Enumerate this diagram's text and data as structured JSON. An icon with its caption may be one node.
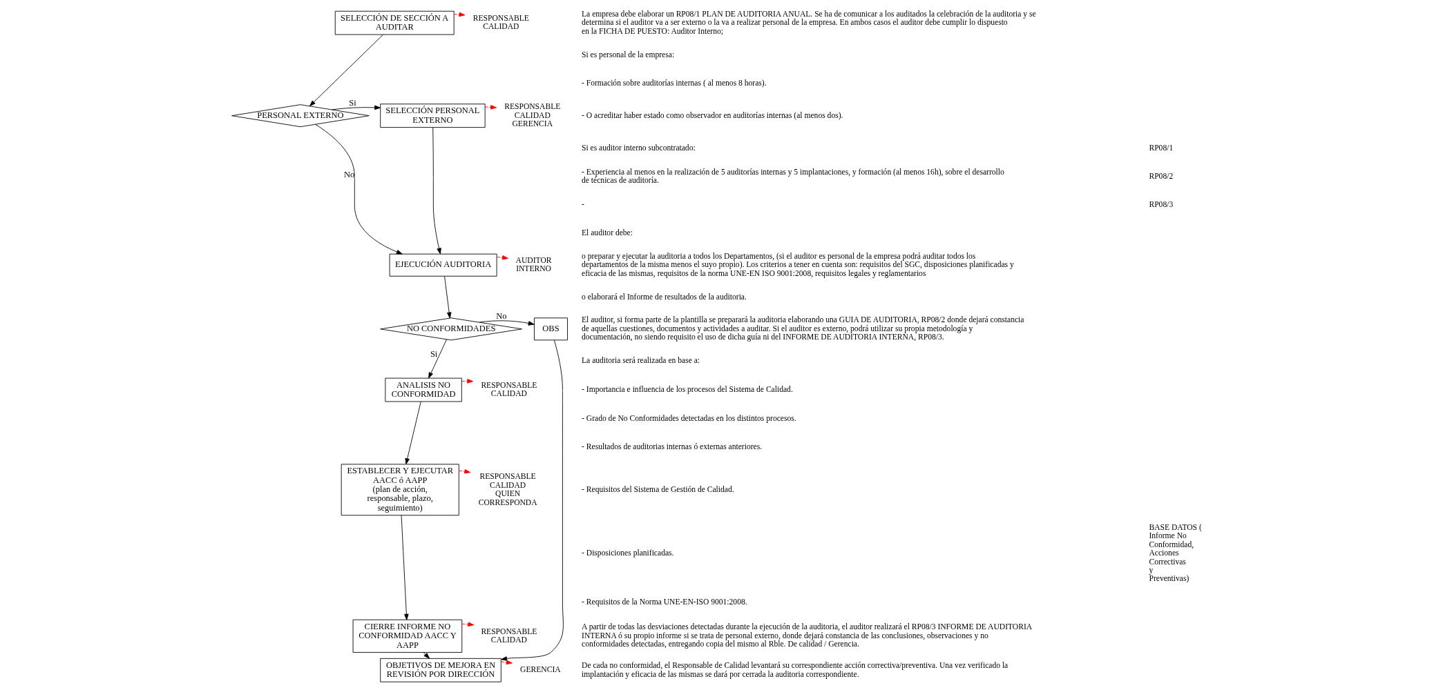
{
  "diagram": {
    "nodes": [
      {
        "text": [
          "SELECCIÓN DE SECCIÓN A AUDITAR"
        ]
      },
      {
        "text": [
          "PERSONAL EXTERNO"
        ]
      },
      {
        "text": [
          "SELECCIÓN PERSONAL EXTERNO"
        ]
      },
      {
        "text": [
          "EJECUCIÓN AUDITORIA"
        ]
      },
      {
        "text": [
          "NO CONFORMIDADES"
        ]
      },
      {
        "text": [
          "OBS"
        ]
      },
      {
        "text": [
          "ANALISIS NO CONFORMIDAD"
        ]
      },
      {
        "text": [
          "ESTABLECER Y EJECUTAR AACC ó AAPP",
          "(plan de acción, responsable, plazo, seguimiento)"
        ]
      },
      {
        "text": [
          "CIERRE INFORME NO CONFORMIDAD AACC Y AAPP"
        ]
      },
      {
        "text": [
          "OBJETIVOS DE MEJORA EN REVISIÓN POR DIRECCIÓN"
        ]
      },
      {
        "text": [
          "RESPONSABLE CALIDAD"
        ]
      },
      {
        "text": [
          "RESPONSABLE CALIDAD GERENCIA"
        ]
      },
      {
        "text": [
          "AUDITOR INTERNO"
        ]
      },
      {
        "text": [
          "RESPONSABLE CALIDAD"
        ]
      },
      {
        "text": [
          "RESPONSABLE CALIDAD QUIEN CORRESPONDA"
        ]
      },
      {
        "text": [
          "RESPONSABLE CALIDAD"
        ]
      },
      {
        "text": [
          "GERENCIA"
        ]
      }
    ],
    "edges": [
      {
        "from": 0,
        "to": 1,
        "arrow": "to"
      },
      {
        "from": 1,
        "to": 2,
        "arrow": "to",
        "label": "Si"
      },
      {
        "from": 1,
        "to": 3,
        "arrow": "to",
        "label": "No"
      },
      {
        "from": 2,
        "to": 3,
        "arrow": "to"
      },
      {
        "from": 3,
        "to": 4,
        "arrow": "to"
      },
      {
        "from": 4,
        "to": 5,
        "arrow": "to",
        "label": "No"
      },
      {
        "from": 4,
        "to": 6,
        "arrow": "to",
        "label": "Si"
      },
      {
        "from": 6,
        "to": 7,
        "arrow": "to"
      },
      {
        "from": 7,
        "to": 8,
        "arrow": "to"
      },
      {
        "from": 8,
        "to": 9,
        "arrow": "to"
      },
      {
        "from": 5,
        "to": 9,
        "arrow": "to"
      },
      {
        "from": 0,
        "to": 10,
        "arrow": "to",
        "style": "dashed",
        "color": "#ff0000"
      },
      {
        "from": 2,
        "to": 11,
        "arrow": "to",
        "style": "dashed",
        "color": "#ff0000"
      },
      {
        "from": 3,
        "to": 12,
        "arrow": "to",
        "style": "dashed",
        "color": "#ff0000"
      },
      {
        "from": 6,
        "to": 13,
        "arrow": "to",
        "style": "dashed",
        "color": "#ff0000"
      },
      {
        "from": 7,
        "to": 14,
        "arrow": "to",
        "style": "dashed",
        "color": "#ff0000"
      },
      {
        "from": 8,
        "to": 15,
        "arrow": "to",
        "style": "dashed",
        "color": "#ff0000"
      },
      {
        "from": 9,
        "to": 16,
        "arrow": "to",
        "style": "dashed",
        "color": "#ff0000"
      }
    ],
    "labels": [
      "La empresa debe elaborar un RP08/1 PLAN DE AUDITORIA ANUAL. Se ha de comunicar a los auditados la celebración de la auditoria y se determina si el auditor va a ser externo o la va a realizar personal de la empresa. En ambos casos el auditor debe cumplir lo dispuesto en la FICHA DE PUESTO: Auditor Interno;",
      "Si es personal de la empresa:",
      "- Formación sobre auditorías internas ( al menos 8 horas).",
      "- O acreditar haber estado como observador en auditorías internas (al menos dos).",
      "Si es auditor interno subcontratado:",
      "- Experiencia al menos en la realización de 5 auditorías internas y 5 implantaciones, y formación (al menos 16h), sobre el desarrollo de técnicas de auditoría.",
      "-",
      "El auditor debe:",
      "o preparar y ejecutar la auditoria a todos los Departamentos, (si el auditor es personal de la empresa podrá auditar todos los departamentos de la misma menos el suyo propio). Los criterios a tener en cuenta son: requisitos del SGC, disposiciones planificadas y eficacia de las mismas, requisitos de la norma UNE-EN ISO 9001:2008, requisitos legales y reglamentarios",
      "o elaborará el Informe de resultados de la auditoria.",
      "El auditor, si forma parte de la plantilla se preparará la auditoria elaborando una GUIA DE AUDITORIA, RP08/2 donde dejará constancia de aquellas cuestiones, documentos y actividades a auditar. Si el auditor es externo, podrá utilizar su propia metodología y documentación, no siendo requisito el uso de dicha guía ni del INFORME DE AUDITORIA INTERNA, RP08/3.",
      "La auditoria será realizada en base a:",
      "- Importancia e influencia de los procesos del Sistema de Calidad.",
      "- Grado de No Conformidades detectadas en los distintos procesos.",
      "- Resultados de auditorias internas ó externas anteriores.",
      "- Requisitos del Sistema de Gestión de Calidad.",
      "- Disposiciones planificadas.",
      "- Requisitos de la Norma UNE-EN-ISO 9001:2008.",
      "A partir de todas las desviaciones detectadas durante la ejecución de la auditoria, el auditor realizará el RP08/3 INFORME DE AUDITORIA INTERNA ó su propio informe si se trata de personal externo, donde dejará constancia de las conclusiones, observaciones y no conformidades detectadas, entregando copia del mismo al Rble. De calidad / Gerencia.",
      "De cada no conformidad, el Responsable de Calidad levantará su correspondiente acción correctiva/preventiva. Una vez verificado la implantación y eficacia de las mismas se dará por cerrada la auditoria correspondiente.",
      "RP08/1",
      "RP08/2",
      "RP08/3",
      "BASE DATOS ( Informe No Conformidad, Acciones Correctivas y Preventivas)"
    ]
  }
}
